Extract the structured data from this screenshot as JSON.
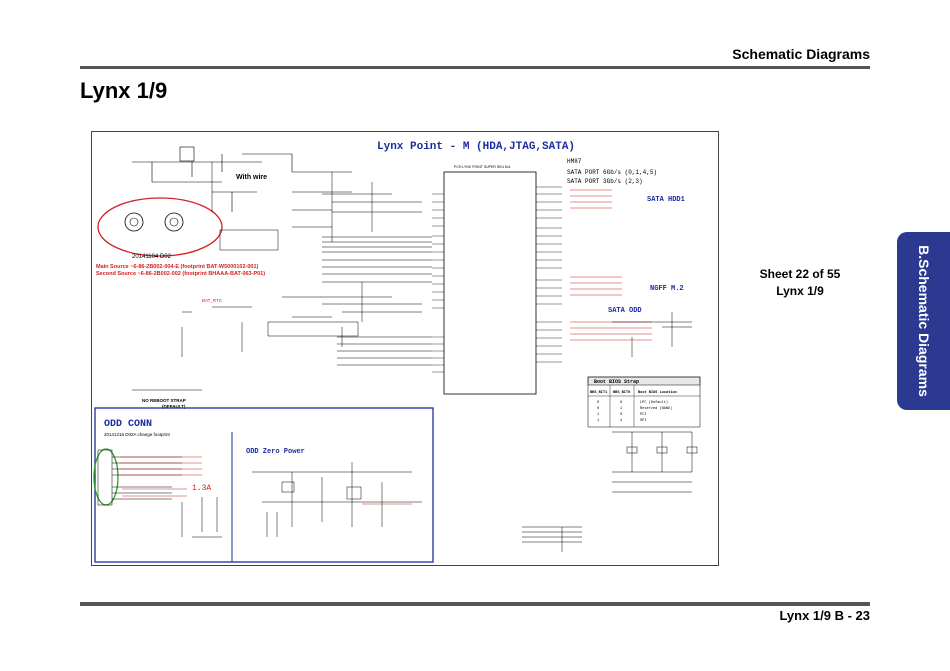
{
  "header": {
    "title": "Schematic  Diagrams"
  },
  "page_title": "Lynx 1/9",
  "side_tab": {
    "label": "B.Schematic Diagrams",
    "color": "#2b3990"
  },
  "sheet": {
    "sheet_label": "Sheet 22 of 55",
    "sheet_name": "Lynx 1/9"
  },
  "footer": {
    "text": "Lynx 1/9  B  -  23"
  },
  "schematic": {
    "main_title": "Lynx Point - M (HDA,JTAG,SATA)",
    "hm_label": "HM87",
    "sata_ports_6g": "SATA PORT 6Gb/s (0,1,4,5)",
    "sata_ports_3g": "SATA PORT 3Gb/s (2,3)",
    "sata_hdd1": "SATA HDD1",
    "ngff": "NGFF M.2",
    "sata_odd": "SATA ODD",
    "with_wire": "With wire",
    "date_note": "20141104 D02",
    "main_source": "Main Source ~6-86-2B002-004-E (footprint BAT-W5000102-001)",
    "second_source": "Second Source ~6-86-2B002-002 (footprint BHAAA-BAT-063-P01)",
    "odd_conn": "ODD CONN",
    "odd_note": "20141216 D02A change footprint",
    "odd_zero_power": "ODD Zero Power",
    "current": "1.3A",
    "boot_bios_title": "Boot BIOS Strap",
    "boot_bios_headers": [
      "BBS_BIT1",
      "BBS_BIT0",
      "Boot BIOS Location"
    ],
    "boot_bios_rows": [
      [
        "0",
        "0",
        "LPC (Default)"
      ],
      [
        "0",
        "1",
        "Reserved (NAND)"
      ],
      [
        "1",
        "0",
        "PCI"
      ],
      [
        "1",
        "1",
        "SPI"
      ]
    ],
    "chip_title": "PCH LYNX POINT SUPER SKU 8x1",
    "rtc_battery": "BAT_RTC",
    "no_reboot": "NO REBOOT STRAP",
    "default_label": "(DEFAULT)"
  }
}
